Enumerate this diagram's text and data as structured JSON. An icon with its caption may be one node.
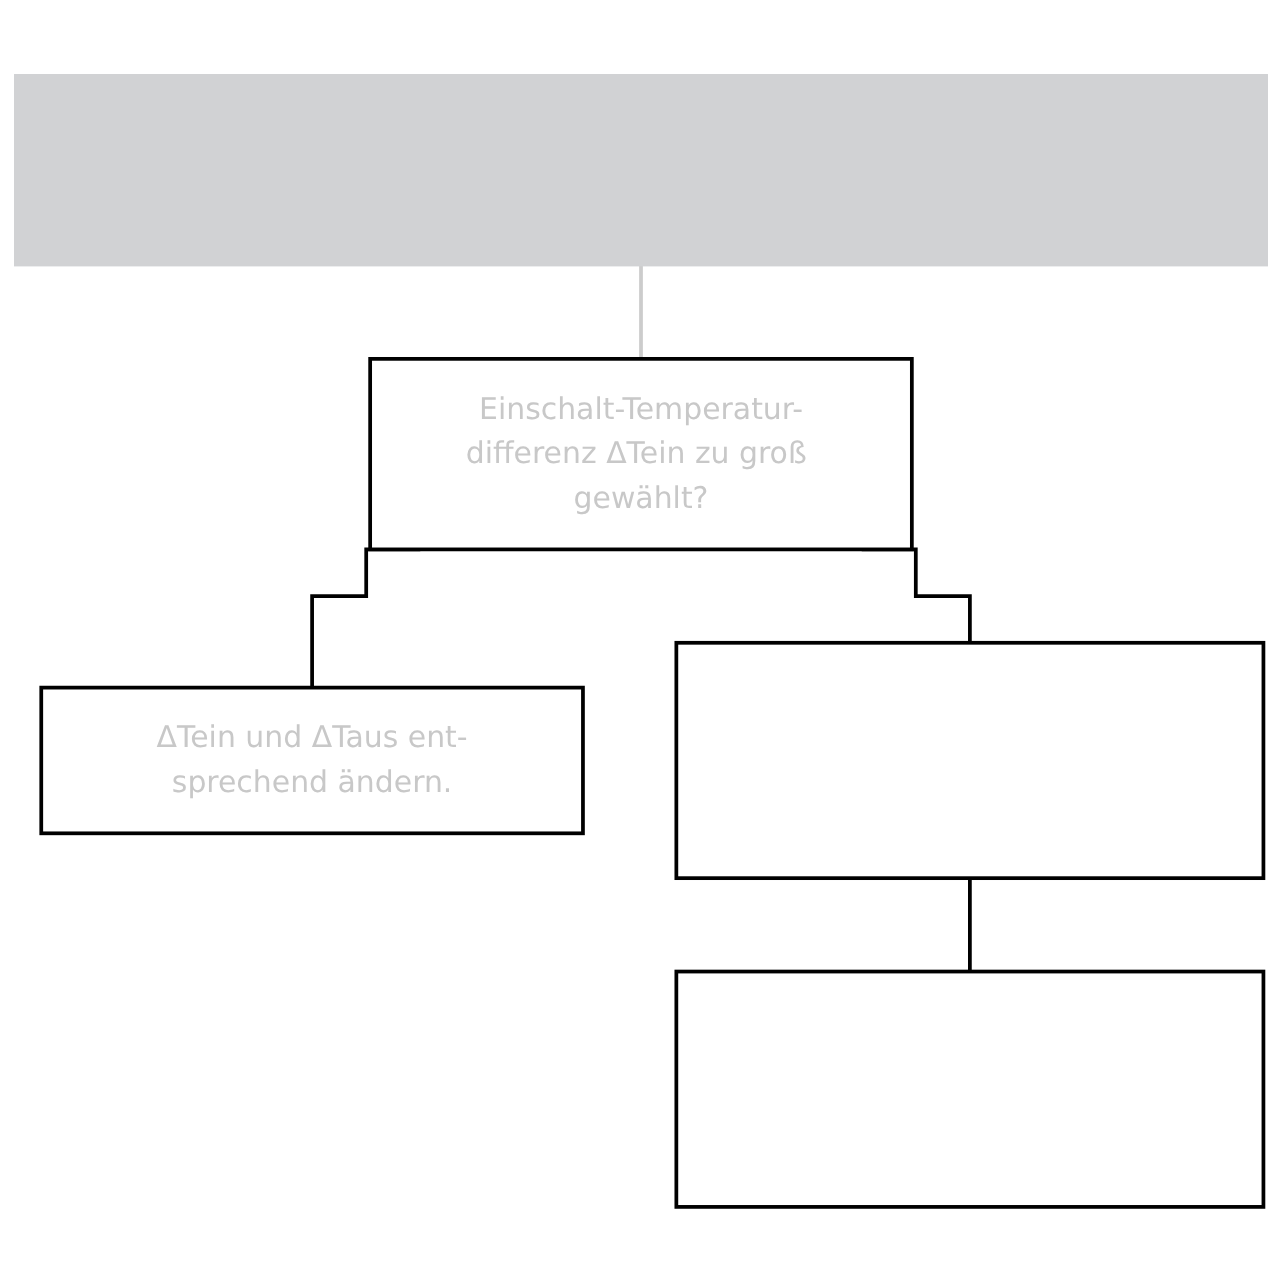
{
  "diagram": {
    "nodes": [
      {
        "text": [],
        "shape": "box"
      },
      {
        "text": [
          "Einschalt-Temperatur-differenz ΔTein zu groß gewählt?"
        ]
      },
      {
        "text": [
          "ΔTein und ΔTaus ent-sprechend ändern."
        ]
      },
      {
        "text": [],
        "shape": "box"
      },
      {
        "text": [],
        "shape": "box"
      }
    ],
    "edges": [
      {
        "from": 0,
        "to": 1,
        "arrow": "none",
        "color": "#cccccc"
      },
      {
        "from": 1,
        "to": 3,
        "arrow": "none"
      },
      {
        "from": 1,
        "to": 2,
        "arrow": "none"
      },
      {
        "from": 3,
        "to": 4,
        "arrow": "none"
      }
    ]
  }
}
